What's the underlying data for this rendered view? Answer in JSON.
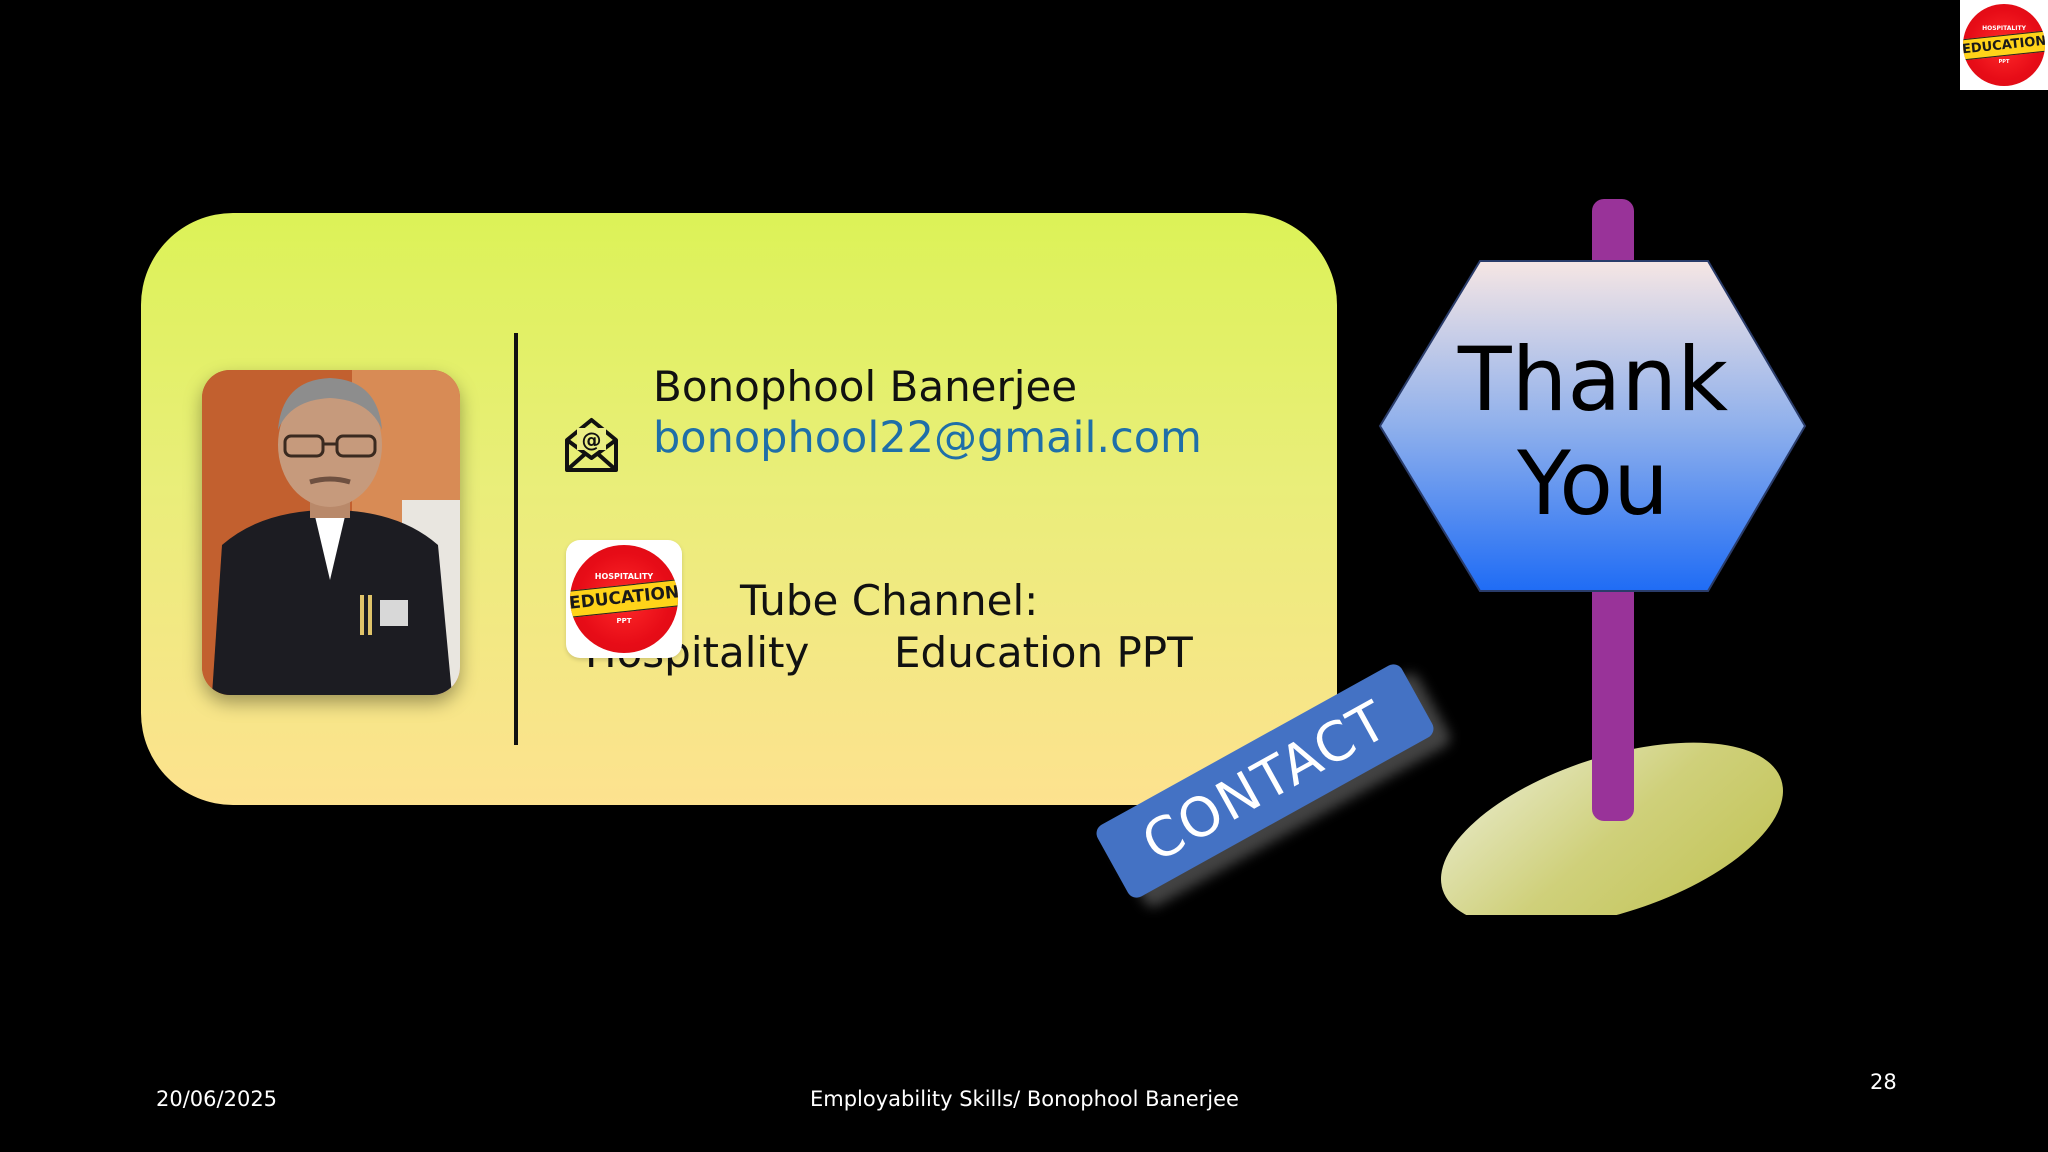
{
  "slide": {
    "background": "#000000",
    "logo": {
      "top_text": "HOSPITALITY",
      "mid_text": "EDUCATION",
      "bottom_text": "PPT"
    },
    "contact_card": {
      "name": "Bonophool Banerjee",
      "email": "bonophool22@gmail.com",
      "channel_line1": "Tube Channel:",
      "channel_line2a": "Hospitality",
      "channel_line2b": "Education PPT",
      "email_icon": "envelope-at-icon"
    },
    "tag_label": "CONTACT",
    "sign": {
      "line1": "Thank",
      "line2": "You"
    },
    "footer": {
      "date": "20/06/2025",
      "title": "Employability Skills/ Bonophool Banerjee",
      "page_number": "28"
    },
    "colors": {
      "email": "#1f6fa8",
      "tag": "#4472c4",
      "post": "#993399",
      "card_top": "#dcf257",
      "card_bottom": "#fde28f"
    }
  }
}
